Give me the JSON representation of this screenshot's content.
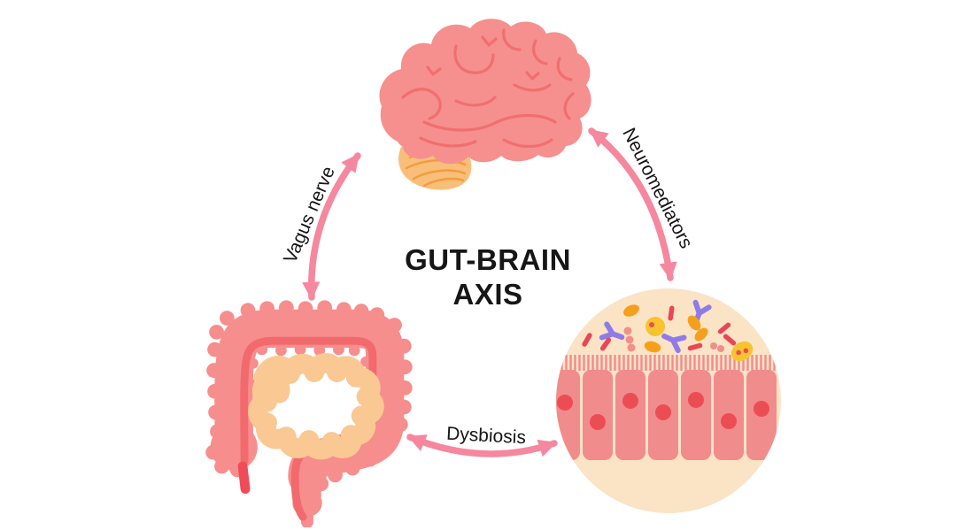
{
  "diagram": {
    "title_line1": "GUT-BRAIN",
    "title_line2": "AXIS",
    "labels": {
      "vagus": "Vagus nerve",
      "neuromediators": "Neuromediators",
      "dysbiosis": "Dysbiosis"
    },
    "illustrations": {
      "brain": "brain-side-view-illustration",
      "gut": "large-and-small-intestine-illustration",
      "microbiome": "gut-lining-microbiome-illustration"
    }
  },
  "colors": {
    "title_black": "#161616",
    "arrow_pink": "#F5879E",
    "brain_pink": "#F5908F",
    "brain_sulci": "#F06F6E",
    "cerebellum_orange": "#F9BE7A",
    "cerebellum_lines": "#F39C3D",
    "intestine_pink": "#F68E8D",
    "intestine_inner": "#F2696E",
    "appendix_red": "#F04B58",
    "small_intestine": "#FAC893",
    "circle_cream": "#FBE3C6",
    "cell_pink": "#F18C8C",
    "nucleus_red": "#EC4D55",
    "microbe_orange": "#F5A01D",
    "microbe_yellow": "#F7C32F",
    "antibody_purple": "#8F7BE8",
    "rod_red": "#EA4656",
    "cocci_salmon": "#F09086"
  }
}
